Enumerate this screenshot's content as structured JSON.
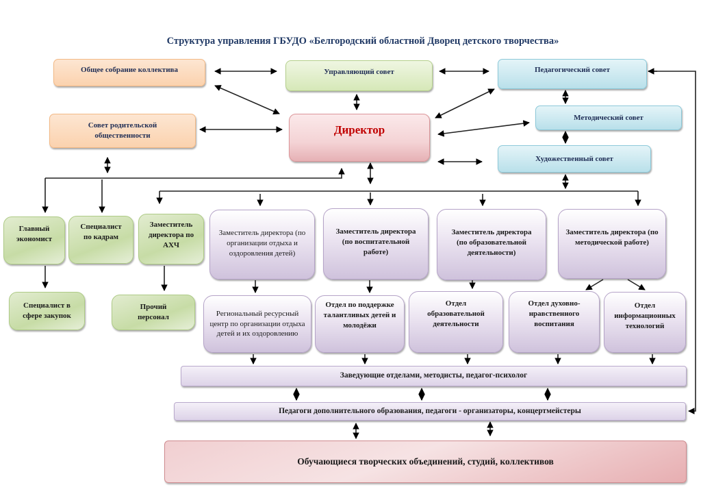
{
  "title": "Структура  управления  ГБУДО  «Белгородский областной Дворец детского творчества»",
  "governance": {
    "general_meeting": "Общее собрание коллектива",
    "governing_council": "Управляющий совет",
    "pedagogical_council": "Педагогический совет",
    "parent_council": "Совет родительской общественности",
    "director": "Директор",
    "methodical_council": "Методический совет",
    "artistic_council": "Художественный совет"
  },
  "staff": {
    "chief_economist": "Главный экономист",
    "hr_specialist": "Специалист по кадрам",
    "deputy_ahch": "Заместитель директора по АХЧ",
    "procurement_specialist": "Специалист в сфере закупок",
    "other_personnel": "Прочий персонал"
  },
  "deputies": [
    {
      "label": "Заместитель директора (по организации отдыха и оздоровления детей)"
    },
    {
      "label": "Заместитель директора (по воспитательной работе)"
    },
    {
      "label": "Заместитель директора (по образовательной деятельности)"
    },
    {
      "label": "Заместитель директора (по методической работе)"
    }
  ],
  "departments": [
    {
      "label": "Региональный ресурсный центр по организации отдыха детей и их оздоровлению"
    },
    {
      "label": "Отдел по поддержке талантливых детей и молодёжи"
    },
    {
      "label": "Отдел образовательной деятельности"
    },
    {
      "label": "Отдел духовно-нравственного воспитания"
    },
    {
      "label": "Отдел информационных технологий"
    }
  ],
  "levels": {
    "heads": "Заведующие отделами, методисты, педагог-психолог",
    "teachers": "Педагоги дополнительного образования, педагоги - организаторы, концертмейстеры",
    "students": "Обучающиеся творческих объединений, студий, коллективов"
  }
}
